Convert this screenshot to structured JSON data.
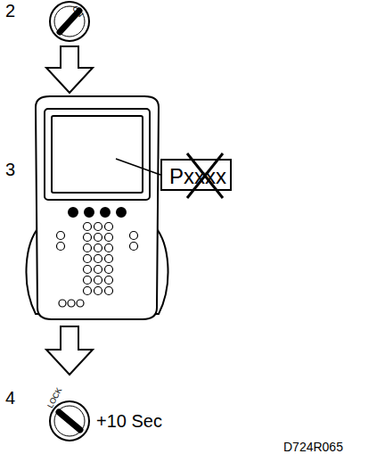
{
  "diagram": {
    "nodes": [
      {
        "text": [
          "Pxxxx"
        ]
      }
    ],
    "labels": [
      "2",
      "ON",
      "3",
      "4",
      "LOCK",
      "+10 Sec",
      "D724R065"
    ]
  }
}
